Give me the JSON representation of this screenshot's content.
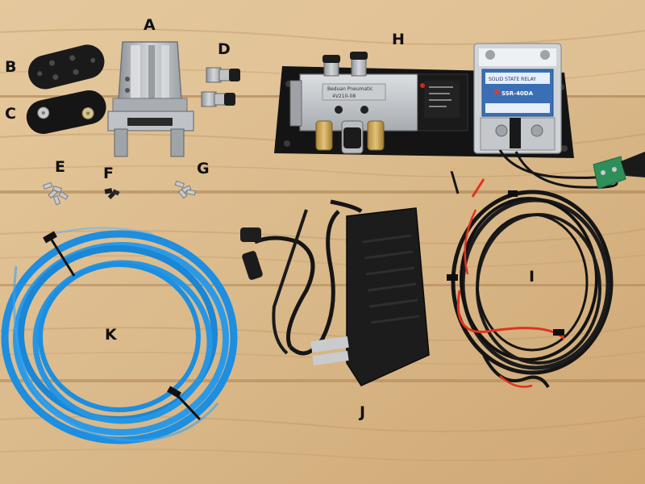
{
  "colors": {
    "wood_light": "#e2c396",
    "wood_mid": "#d3ad7a",
    "wood_grain": "#b98f5c",
    "metal": "#b9bcc0",
    "black_part": "#1b1b1b",
    "tubing_blue": "#1d8ee0",
    "cable_black": "#151515",
    "wire_red": "#e0321e",
    "terminal_green": "#2f8f5a",
    "label_text": "#111111"
  },
  "labels": {
    "a": "A",
    "b": "B",
    "c": "C",
    "d": "D",
    "e": "E",
    "f": "F",
    "g": "G",
    "h": "H",
    "i": "I",
    "j": "J",
    "k": "K"
  },
  "valve": {
    "brand": "Beduan Pneumatic",
    "model": "4V210-08"
  },
  "relay": {
    "model": "SSR-40DA",
    "title": "SOLID STATE RELAY"
  }
}
